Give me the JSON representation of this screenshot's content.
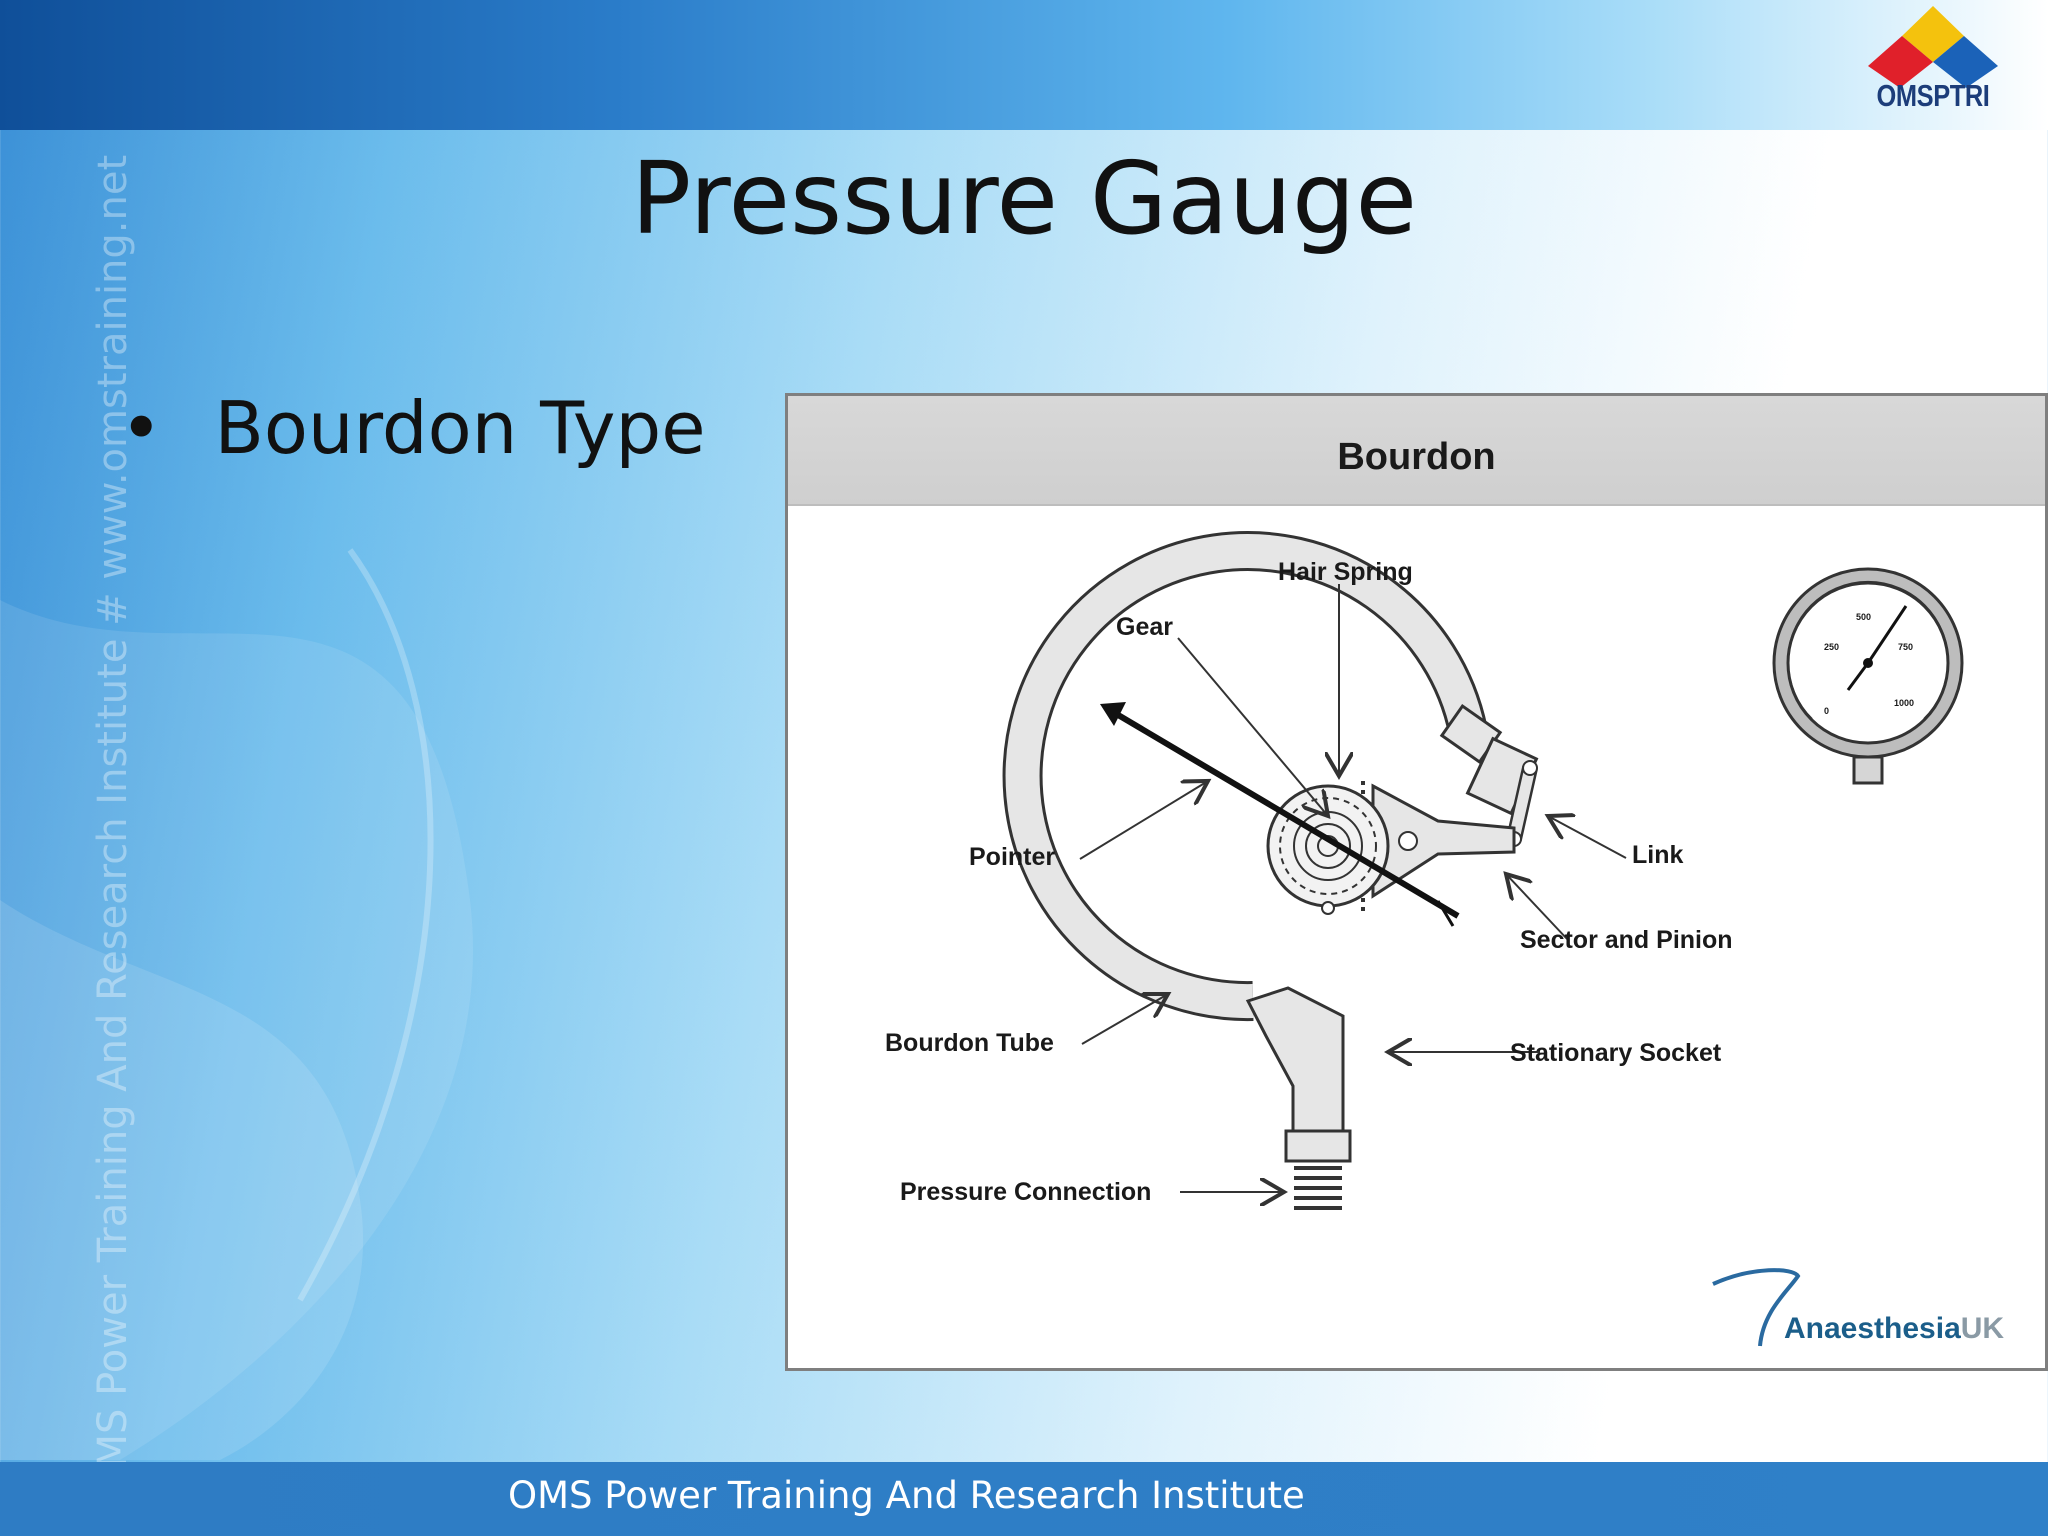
{
  "slide": {
    "title": "Pressure Gauge",
    "bullet": "Bourdon Type"
  },
  "header": {
    "logo_text": "OMSPTRI"
  },
  "footer": {
    "text": "OMS Power Training And Research Institute"
  },
  "watermark": {
    "text": "OMS Power Training And Research Institute # www.omstraining.net"
  },
  "figure": {
    "title": "Bourdon",
    "labels": {
      "hair_spring": "Hair Spring",
      "gear": "Gear",
      "pointer": "Pointer",
      "link": "Link",
      "sector_and_pinion": "Sector and Pinion",
      "bourdon_tube": "Bourdon Tube",
      "stationary_socket": "Stationary Socket",
      "pressure_connection": "Pressure Connection"
    },
    "dial_ticks": [
      "0",
      "250",
      "500",
      "750",
      "1000"
    ],
    "brand_main": "Anaesthesia",
    "brand_suffix": "UK"
  },
  "colors": {
    "footer_band": "#2f80c8",
    "logo_red": "#e0202a",
    "logo_yellow": "#f4c20d",
    "logo_blue": "#1b62b8",
    "logo_text": "#1c3d7a"
  }
}
